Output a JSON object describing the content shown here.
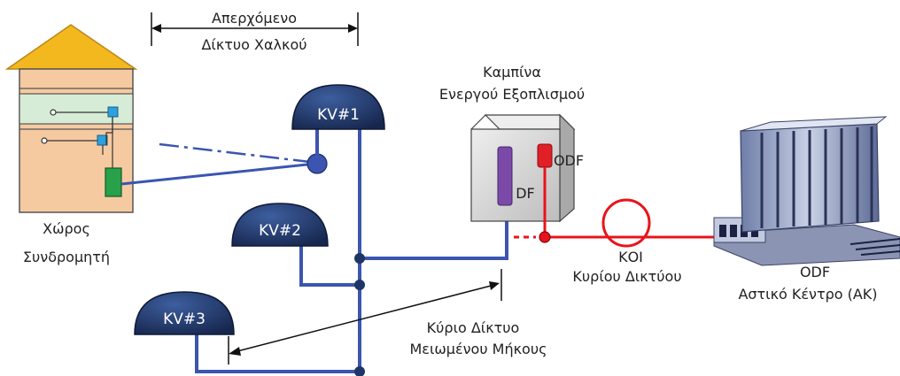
{
  "labels": {
    "copper_top": "Απερχόμενο",
    "copper_bottom": "Δίκτυο Χαλκού",
    "subscriber_top": "Χώρος",
    "subscriber_bottom": "Συνδρομητή",
    "cabinet_top": "Καμπίνα",
    "cabinet_bottom": "Ενεργού Εξοπλισμού",
    "odf_cabinet": "ODF",
    "df": "DF",
    "koi_top": "ΚΟΙ",
    "koi_bottom": "Κυρίου Δικτύου",
    "main_net_top": "Κύριο Δίκτυο",
    "main_net_bottom": "Μειωμένου Μήκους",
    "odf_center": "ODF",
    "center": "Αστικό Κέντρο (ΑΚ)",
    "kv1": "KV#1",
    "kv2": "KV#2",
    "kv3": "KV#3"
  },
  "colors": {
    "copper_line": "#3b55b0",
    "fiber_line": "#e8141b",
    "dome": "#1f3566",
    "roof": "#f2b81e",
    "house": "#f6caa0",
    "house_band": "#d7ecd6",
    "cabinet": "#dcdcdc",
    "df_unit": "#7b4aa8",
    "odf_unit": "#e01f26",
    "terminal": "#2ca1e0",
    "green_box": "#29a04a"
  }
}
